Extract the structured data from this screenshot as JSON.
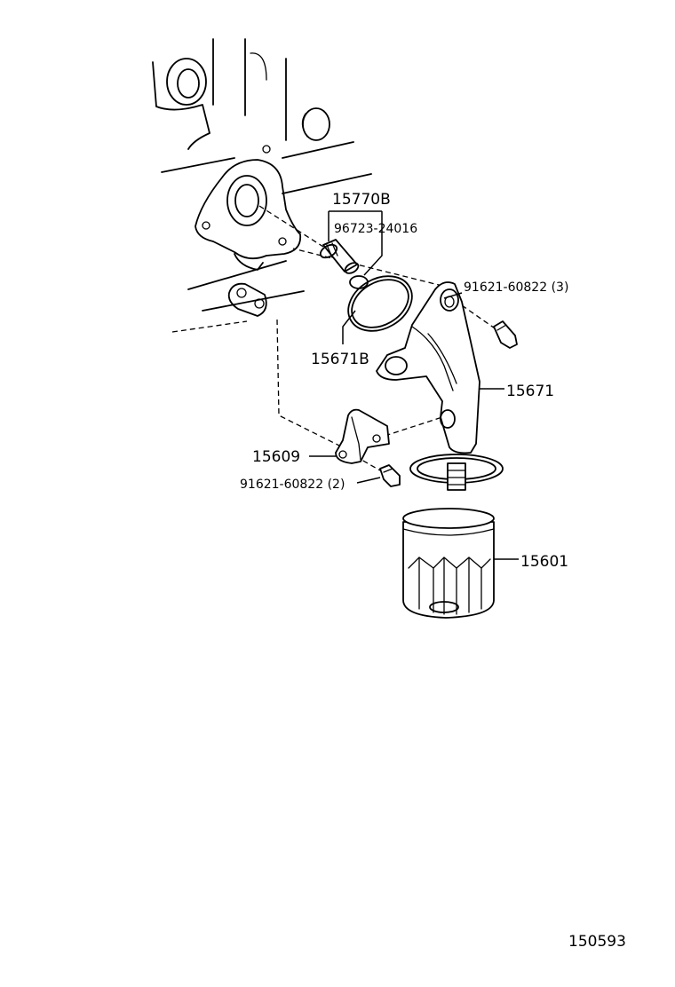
{
  "parts": {
    "p15770B": "15770B",
    "p96723": "96723-24016",
    "p91621_3": "91621-60822 (3)",
    "p15671B": "15671B",
    "p15671": "15671",
    "p15609": "15609",
    "p91621_2": "91621-60822 (2)",
    "p15601": "15601"
  },
  "diagram_id": "150593"
}
